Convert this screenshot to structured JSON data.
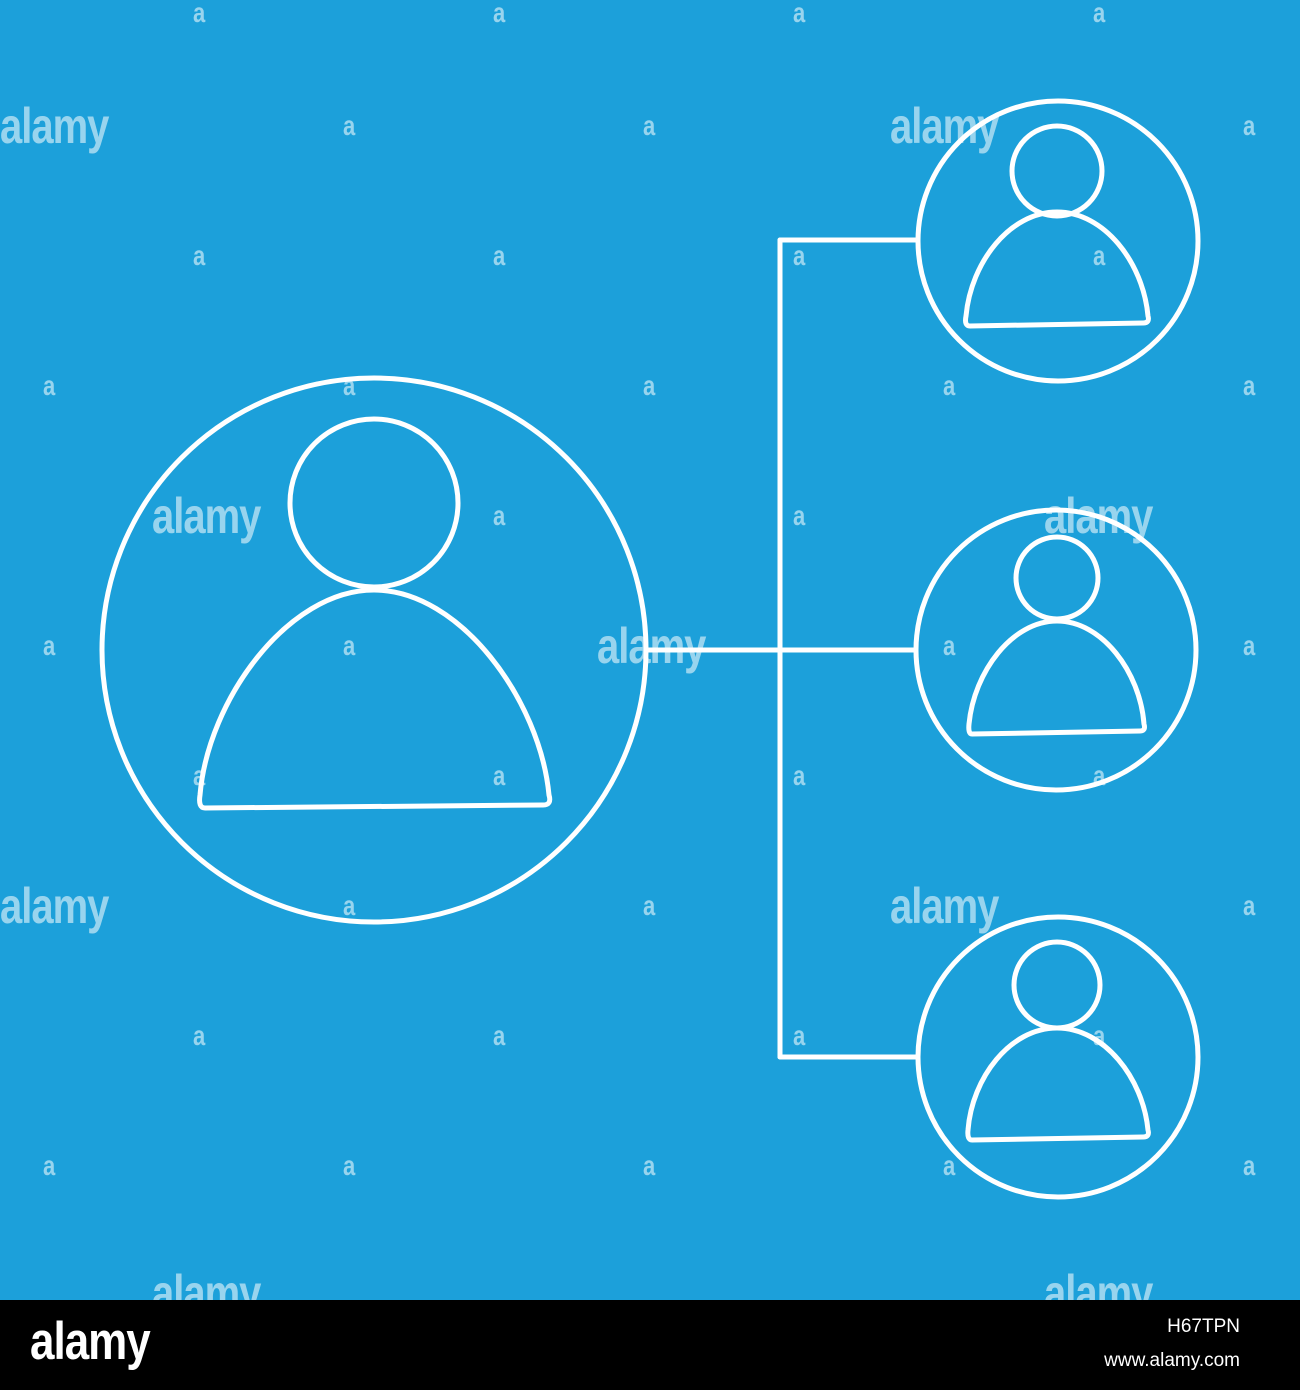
{
  "diagram": {
    "background_color": "#1ca0da",
    "stroke_color": "#ffffff",
    "nodes": [
      {
        "id": "root",
        "icon": "user-icon"
      },
      {
        "id": "child-top",
        "icon": "user-icon"
      },
      {
        "id": "child-middle",
        "icon": "user-icon"
      },
      {
        "id": "child-bottom",
        "icon": "user-icon"
      }
    ],
    "edges": [
      {
        "from": "root",
        "to": "child-top"
      },
      {
        "from": "root",
        "to": "child-middle"
      },
      {
        "from": "root",
        "to": "child-bottom"
      }
    ]
  },
  "watermark": {
    "word": "alamy",
    "letter": "a"
  },
  "footer": {
    "logo": "alamy",
    "image_id": "H67TPN",
    "url": "www.alamy.com"
  }
}
